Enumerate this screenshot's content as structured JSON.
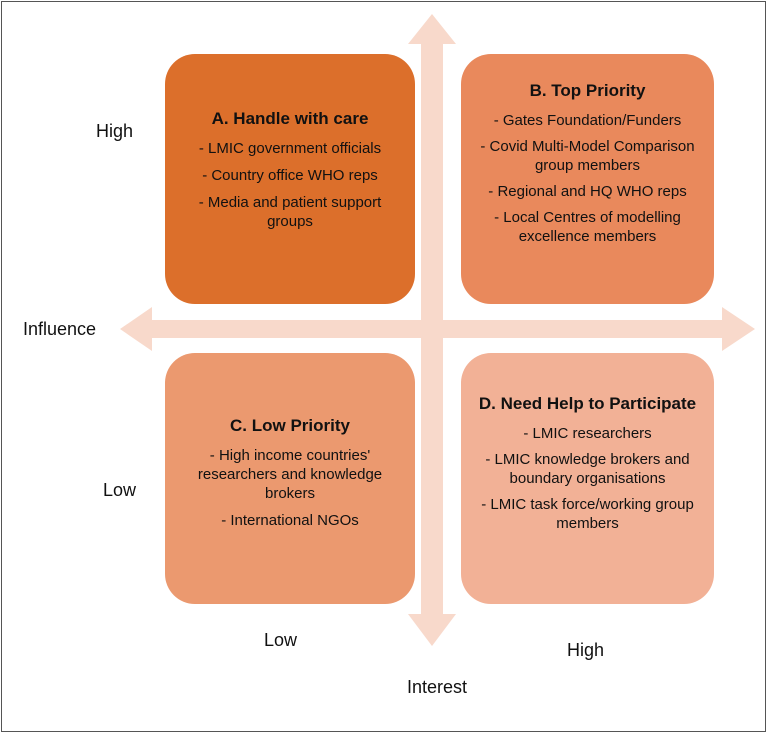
{
  "axes": {
    "y_label": "Influence",
    "y_high": "High",
    "y_low": "Low",
    "x_label": "Interest",
    "x_low": "Low",
    "x_high": "High"
  },
  "colors": {
    "arrow": "#f8d9cb",
    "quadrant_a": "#dc6f2b",
    "quadrant_b": "#e9895c",
    "quadrant_c": "#eb996f",
    "quadrant_d": "#f2b196"
  },
  "quadrants": [
    {
      "title": "A. Handle with care",
      "items": [
        "- LMIC government officials",
        "- Country office WHO reps",
        "- Media and patient support groups"
      ]
    },
    {
      "title": "B. Top Priority",
      "items": [
        "- Gates Foundation/Funders",
        "- Covid Multi-Model Comparison group members",
        "- Regional and HQ WHO reps",
        "- Local Centres of modelling excellence members"
      ]
    },
    {
      "title": "C. Low Priority",
      "items": [
        "- High income countries' researchers and knowledge brokers",
        "- International NGOs"
      ]
    },
    {
      "title": "D. Need Help to Participate",
      "items": [
        "- LMIC researchers",
        "- LMIC knowledge brokers and boundary organisations",
        "- LMIC task force/working group members"
      ]
    }
  ]
}
